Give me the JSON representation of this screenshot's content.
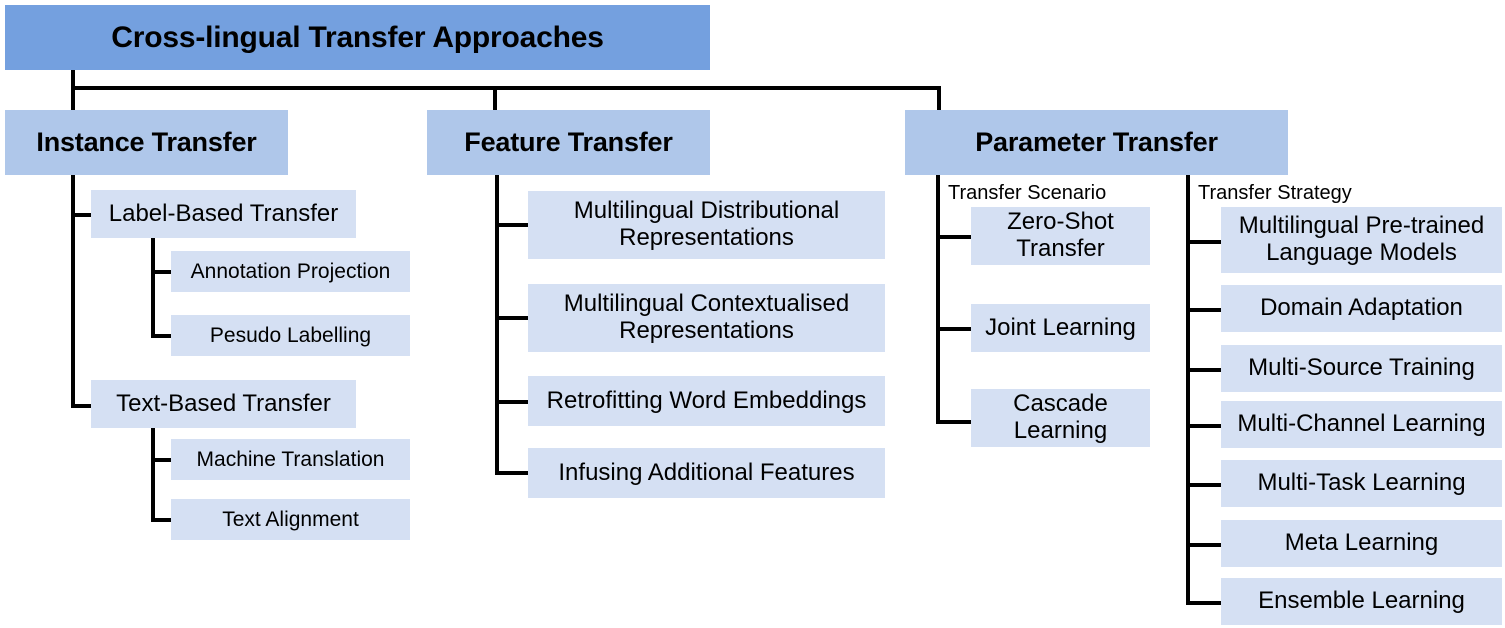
{
  "diagram": {
    "title": "Cross-lingual Transfer Approaches",
    "root": {
      "label": "Cross-lingual Transfer Approaches"
    },
    "colors": {
      "root_fill": "#74A0DF",
      "branch_fill": "#AFC7EA",
      "leaf_fill": "#D5E0F3",
      "connector": "#000000",
      "text": "#000000",
      "background": "#FFFFFF"
    },
    "branches": [
      {
        "label": "Instance Transfer",
        "children": [
          {
            "label": "Label-Based Transfer",
            "children": [
              {
                "label": "Annotation Projection"
              },
              {
                "label": "Pesudo Labelling"
              }
            ]
          },
          {
            "label": "Text-Based Transfer",
            "children": [
              {
                "label": "Machine Translation"
              },
              {
                "label": "Text Alignment"
              }
            ]
          }
        ]
      },
      {
        "label": "Feature Transfer",
        "children": [
          {
            "label": "Multilingual Distributional Representations"
          },
          {
            "label": "Multilingual Contextualised Representations"
          },
          {
            "label": "Retrofitting Word Embeddings"
          },
          {
            "label": "Infusing Additional Features"
          }
        ]
      },
      {
        "label": "Parameter Transfer",
        "groups": [
          {
            "label": "Transfer Scenario",
            "children": [
              {
                "label": "Zero-Shot Transfer"
              },
              {
                "label": "Joint Learning"
              },
              {
                "label": "Cascade Learning"
              }
            ]
          },
          {
            "label": "Transfer Strategy",
            "children": [
              {
                "label": "Multilingual Pre-trained Language Models"
              },
              {
                "label": "Domain Adaptation"
              },
              {
                "label": "Multi-Source Training"
              },
              {
                "label": "Multi-Channel Learning"
              },
              {
                "label": "Multi-Task Learning"
              },
              {
                "label": "Meta Learning"
              },
              {
                "label": "Ensemble Learning"
              }
            ]
          }
        ]
      }
    ]
  }
}
